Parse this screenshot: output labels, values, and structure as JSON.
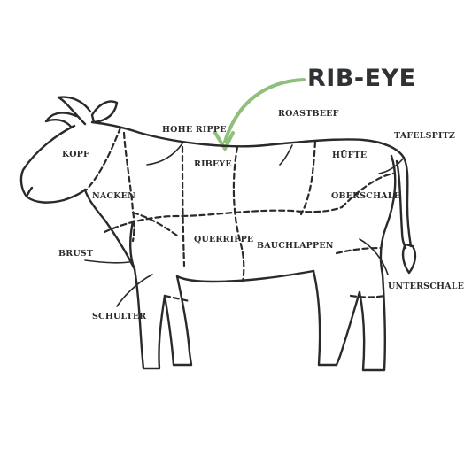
{
  "headline": {
    "text": "RIB-EYE",
    "color": "#8fbf7a"
  },
  "cuts": {
    "kopf": "KOPF",
    "hohe_rippe": "HOHE RIPPE",
    "roastbeef": "ROASTBEEF",
    "tafelspitz": "TAFELSPITZ",
    "ribeye": "RIBEYE",
    "huefte": "HÜFTE",
    "nacken": "NACKEN",
    "oberschale": "OBERSCHALE",
    "querrippe": "QUERRIPPE",
    "bauchlappen": "BAUCHLAPPEN",
    "brust": "BRUST",
    "unterschale": "UNTERSCHALE",
    "schulter": "SCHULTER"
  },
  "colors": {
    "outline": "#2a2a2a",
    "arrow": "#8fbf7a"
  }
}
